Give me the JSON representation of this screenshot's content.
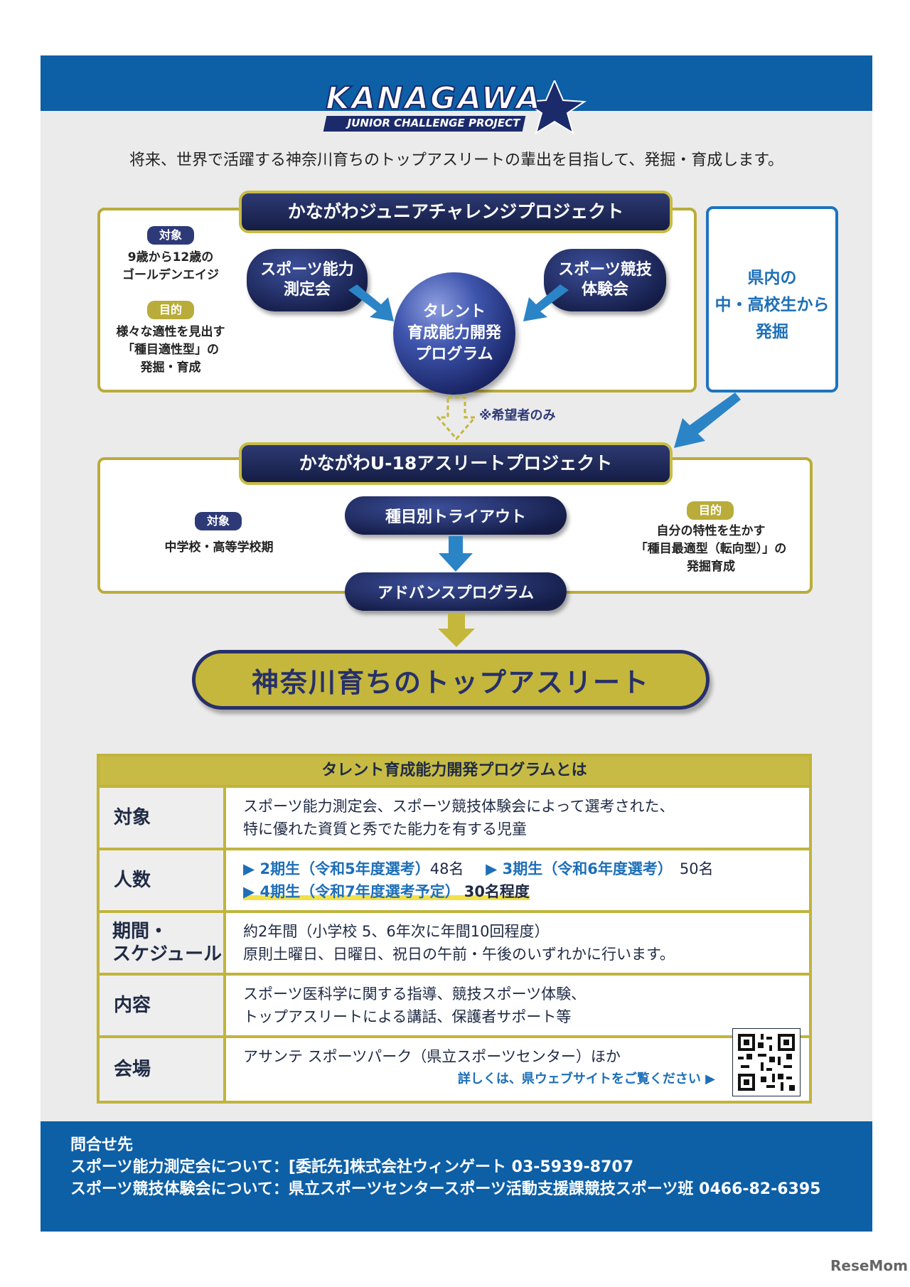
{
  "header": {
    "logo_main": "KANAGAWA",
    "logo_sub": "JUNIOR CHALLENGE PROJECT",
    "subtitle": "将来、世界で活躍する神奈川育ちのトップアスリートの輩出を目指して、発掘・育成します。"
  },
  "junior": {
    "title": "かながわジュニアチャレンジプロジェクト",
    "target_tag": "対象",
    "target_line1": "9歳から12歳の",
    "target_line2": "ゴールデンエイジ",
    "purpose_tag": "目的",
    "purpose_line1": "様々な適性を見出す",
    "purpose_line2": "「種目適性型」の",
    "purpose_line3": "発掘・育成",
    "blob_left_1": "スポーツ能力",
    "blob_left_2": "測定会",
    "blob_right_1": "スポーツ競技",
    "blob_right_2": "体験会",
    "sphere_1": "タレント",
    "sphere_2": "育成能力開発",
    "sphere_3": "プログラム"
  },
  "side_box": {
    "line1": "県内の",
    "line2": "中・高校生から",
    "line3": "発掘"
  },
  "note": "※希望者のみ",
  "u18": {
    "title": "かながわU-18アスリートプロジェクト",
    "target_tag": "対象",
    "target_text": "中学校・高等学校期",
    "tryout": "種目別トライアウト",
    "advance": "アドバンスプログラム",
    "purpose_tag": "目的",
    "purpose_line1": "自分の特性を生かす",
    "purpose_line2": "「種目最適型（転向型）」の",
    "purpose_line3": "発掘育成"
  },
  "final_label": "神奈川育ちのトップアスリート",
  "info": {
    "heading": "タレント育成能力開発プログラムとは",
    "rows": [
      {
        "label": "対象",
        "line1": "スポーツ能力測定会、スポーツ競技体験会によって選考された、",
        "line2": "特に優れた資質と秀でた能力を有する児童"
      },
      {
        "label": "人数",
        "item1": "2期生（令和5年度選考）",
        "count1": "48名",
        "item2": "3期生（令和6年度選考）",
        "count2": "50名",
        "item3": "4期生（令和7年度選考予定）",
        "count3": "30名程度"
      },
      {
        "label1": "期間・",
        "label2": "スケジュール",
        "line1": "約2年間（小学校 5、6年次に年間10回程度）",
        "line2": "原則土曜日、日曜日、祝日の午前・午後のいずれかに行います。"
      },
      {
        "label": "内容",
        "line1": "スポーツ医科学に関する指導、競技スポーツ体験、",
        "line2": "トップアスリートによる講話、保護者サポート等"
      },
      {
        "label": "会場",
        "line1": "アサンテ スポーツパーク（県立スポーツセンター）ほか",
        "link": "詳しくは、県ウェブサイトをご覧ください"
      }
    ]
  },
  "footer": {
    "heading": "問合せ先",
    "line1": "スポーツ能力測定会について：[委託先]株式会社ウィンゲート 03-5939-8707",
    "line2": "スポーツ競技体験会について：県立スポーツセンタースポーツ活動支援課競技スポーツ班 0466-82-6395"
  },
  "watermark": "ReseMom"
}
